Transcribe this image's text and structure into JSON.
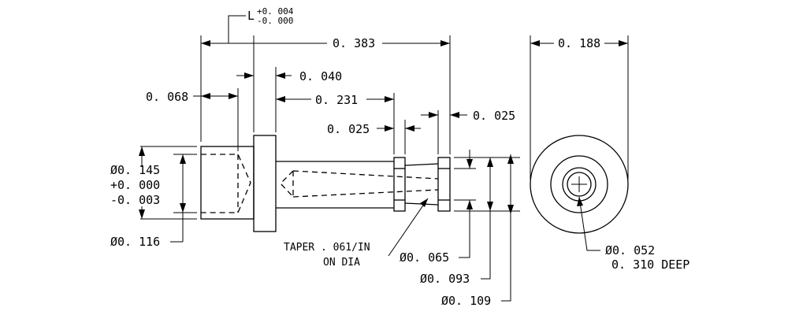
{
  "dimensions": {
    "overall_length": "0. 383",
    "tol_plus": "+0. 004",
    "tol_minus": "-0. 000",
    "length_symbol": "L",
    "head_length": "0. 068",
    "flange_width": "0. 040",
    "shaft_length": "0. 231",
    "groove_left": "0. 025",
    "groove_right": "0. 025",
    "end_view_width": "0. 188",
    "head_dia": "Ø0. 145",
    "head_dia_plus": "+0. 000",
    "head_dia_minus": "-0. 003",
    "bore_dia": "Ø0. 116",
    "taper_line1": "TAPER . 061/IN",
    "taper_line2": "ON DIA",
    "shaft_dia_small": "Ø0. 065",
    "shaft_dia_mid": "Ø0. 093",
    "shaft_dia_large": "Ø0. 109",
    "hole_dia": "Ø0. 052",
    "hole_depth": "0. 310 DEEP"
  }
}
